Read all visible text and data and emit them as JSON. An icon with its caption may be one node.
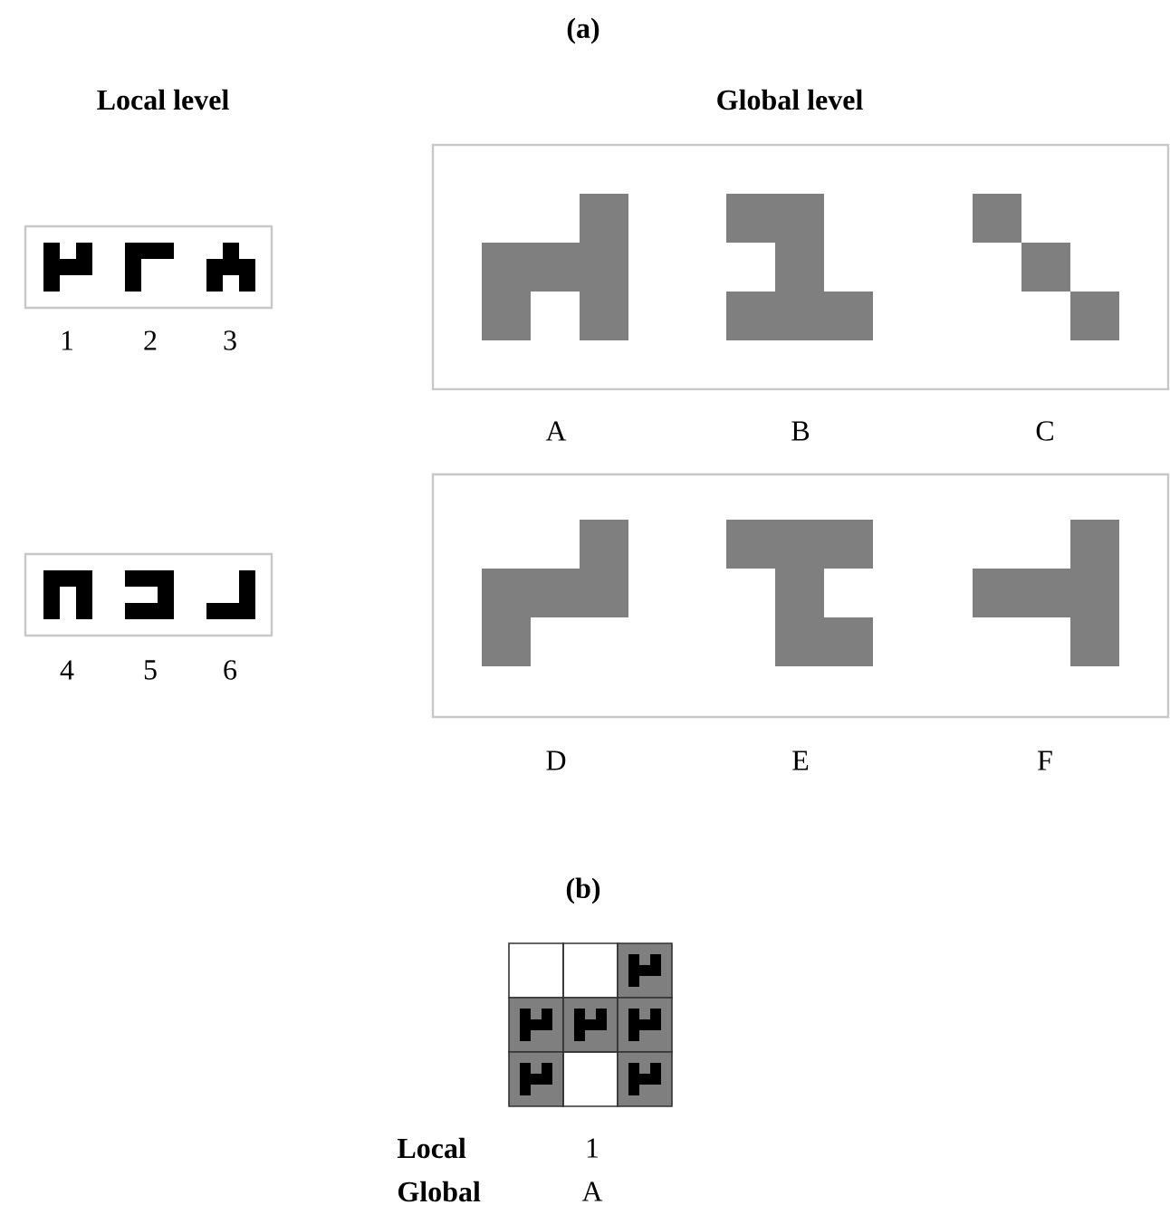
{
  "diagram": {
    "labels": [
      "(a)",
      "Local level",
      "Global level",
      "1",
      "2",
      "3",
      "A",
      "B",
      "C",
      "4",
      "5",
      "6",
      "D",
      "E",
      "F",
      "(b)",
      "Local",
      "1",
      "Global",
      "A"
    ]
  }
}
